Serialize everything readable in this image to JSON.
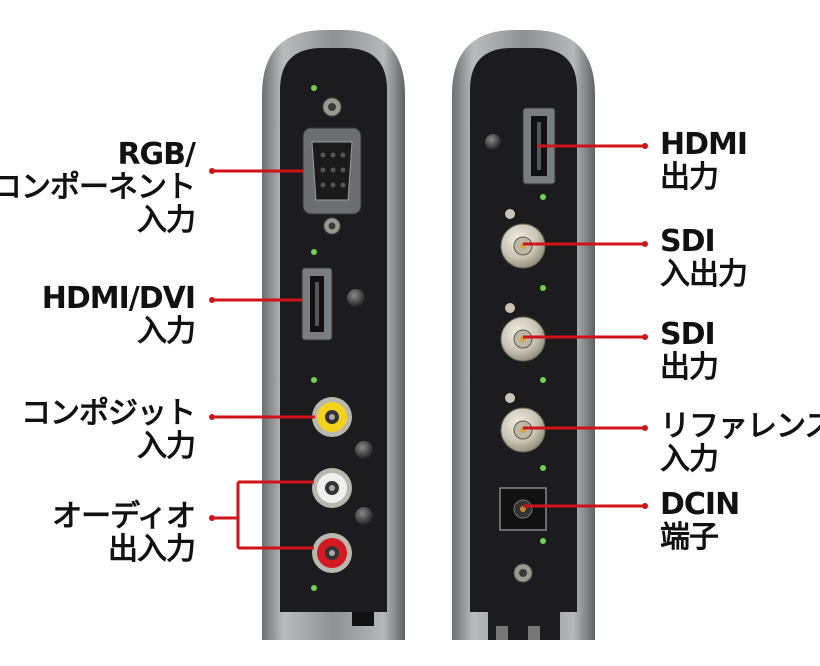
{
  "left_labels": [
    {
      "lines": [
        "RGB/",
        "コンポーネント",
        "入力"
      ]
    },
    {
      "lines": [
        "HDMI/DVI",
        "入力"
      ]
    },
    {
      "lines": [
        "コンポジット",
        "入力"
      ]
    },
    {
      "lines": [
        "オーディオ",
        "出入力"
      ]
    }
  ],
  "right_labels": [
    {
      "lines": [
        "HDMI",
        "出力"
      ]
    },
    {
      "lines": [
        "SDI",
        "入出力"
      ]
    },
    {
      "lines": [
        "SDI",
        "出力"
      ]
    },
    {
      "lines": [
        "リファレンス",
        "入力"
      ]
    },
    {
      "lines": [
        "DCIN",
        "端子"
      ]
    }
  ],
  "colors": {
    "leader_line": "#d0121b",
    "panel": "#1c1c1e",
    "chassis": "#8e9092",
    "led": "#6fd34a",
    "rca_yellow": "#f2d21a",
    "rca_white": "#f0f0f0",
    "rca_red": "#d41a22"
  }
}
